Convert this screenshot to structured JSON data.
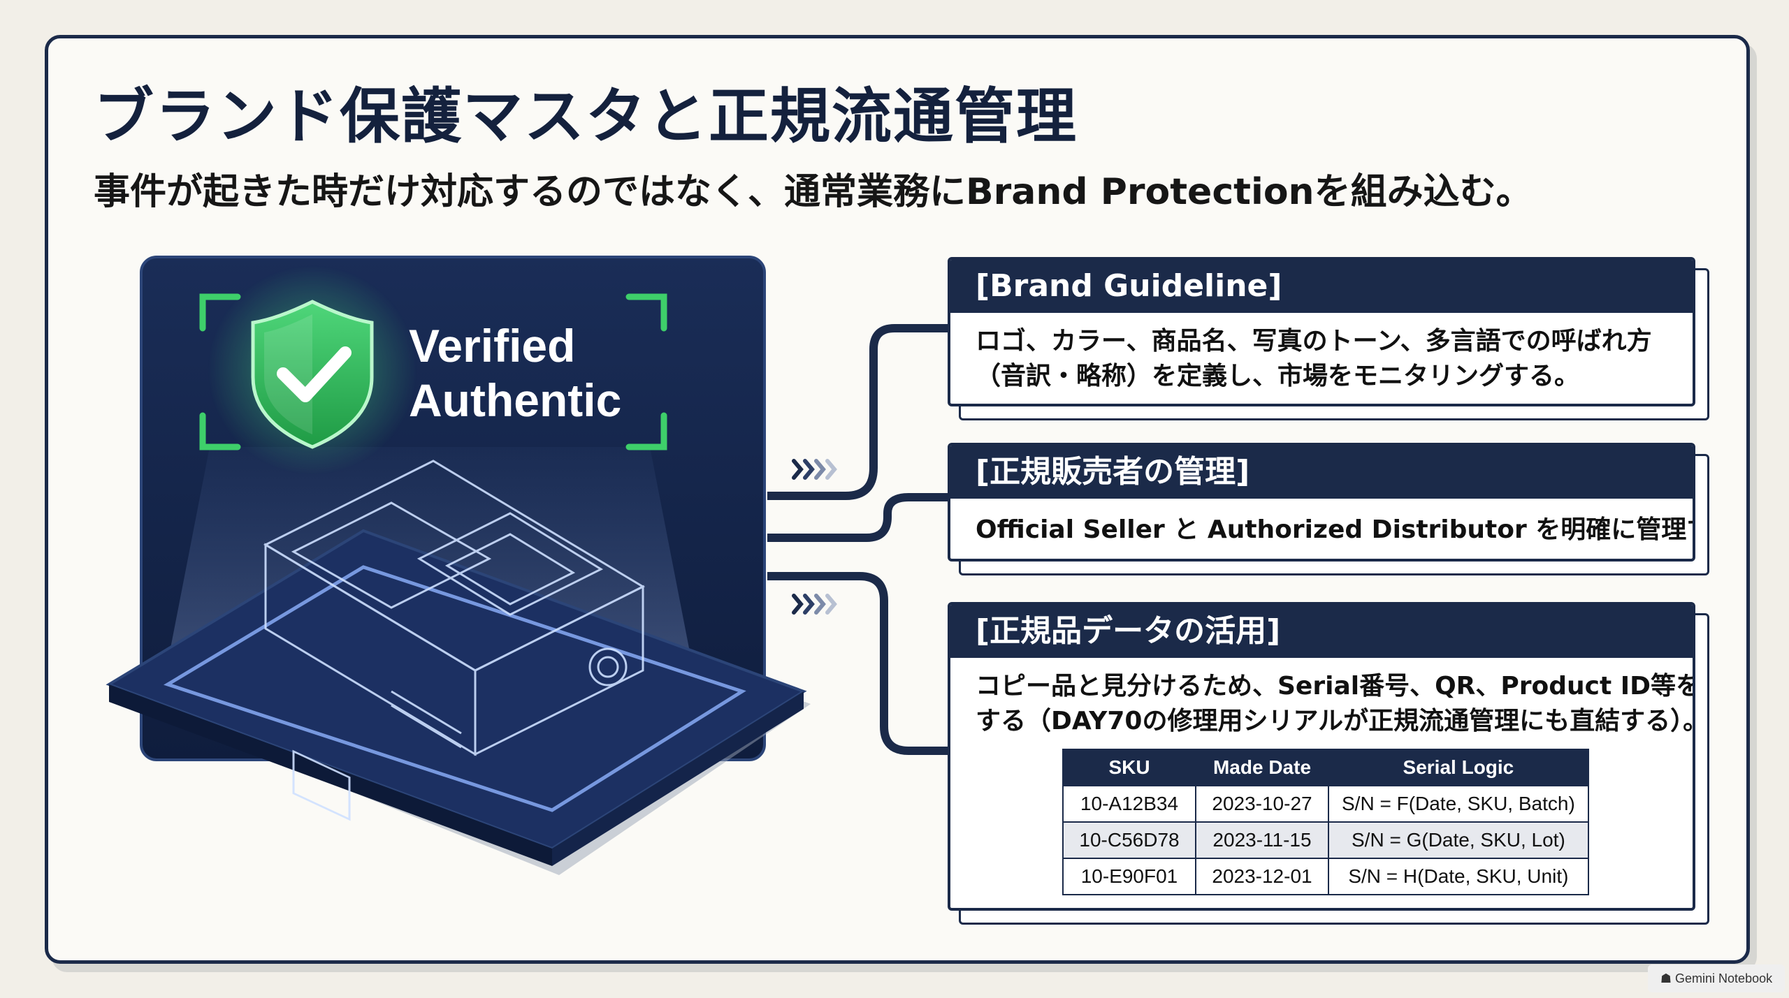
{
  "slide": {
    "title": "ブランド保護マスタと正規流通管理",
    "subtitle": "事件が起きた時だけ対応するのではなく、通常業務にBrand Protectionを組み込む。"
  },
  "hero": {
    "badge_line1": "Verified",
    "badge_line2": "Authentic",
    "shield_color": "#2fbf5a",
    "panel_color": "#15264b"
  },
  "cards": [
    {
      "heading": "[Brand Guideline]",
      "lines": [
        "ロゴ、カラー、商品名、写真のトーン、多言語での呼ばれ方",
        "（音訳・略称）を定義し、市場をモニタリングする。"
      ]
    },
    {
      "heading": "[正規販売者の管理]",
      "lines": [
        "Official Seller と Authorized Distributor を明確に管理する。"
      ]
    },
    {
      "heading": "[正規品データの活用]",
      "lines": [
        "コピー品と見分けるため、Serial番号、QR、Product ID等を活用",
        "する（DAY70の修理用シリアルが正規流通管理にも直結する）。"
      ]
    }
  ],
  "serial_table": {
    "headers": [
      "SKU",
      "Made Date",
      "Serial Logic"
    ],
    "rows": [
      [
        "10-A12B34",
        "2023-10-27",
        "S/N = F(Date, SKU, Batch)"
      ],
      [
        "10-C56D78",
        "2023-11-15",
        "S/N = G(Date, SKU, Lot)"
      ],
      [
        "10-E90F01",
        "2023-12-01",
        "S/N = H(Date, SKU, Unit)"
      ]
    ]
  },
  "watermark": "Gemini Notebook",
  "colors": {
    "navy": "#1b2a49",
    "accent_green": "#2fbf5a",
    "background": "#f2efe8"
  }
}
